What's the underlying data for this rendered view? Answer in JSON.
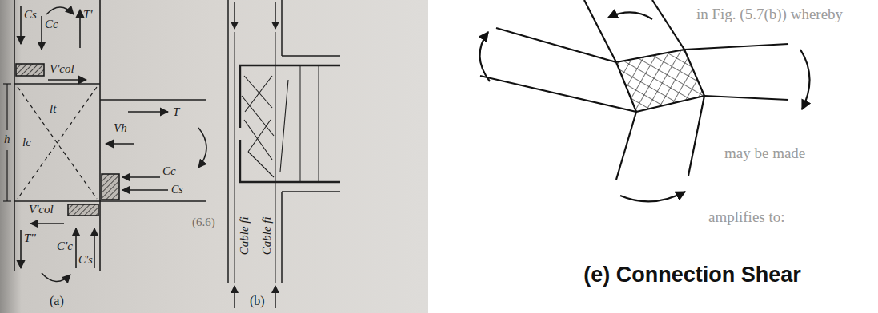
{
  "diagram": {
    "labels": [
      "Cs",
      "Cc",
      "T'",
      "V'col",
      "lt",
      "lc",
      "T",
      "Vh",
      "h",
      "Cc",
      "Cs",
      "V'col",
      "T''",
      "C'c",
      "C's",
      "(a)",
      "Cable fi",
      "Cable fi",
      "(6.6)",
      "(b)",
      "in Fig. (5.7(b)) whereby",
      "may be made",
      "amplifies to:",
      "(e) Connection Shear"
    ]
  }
}
